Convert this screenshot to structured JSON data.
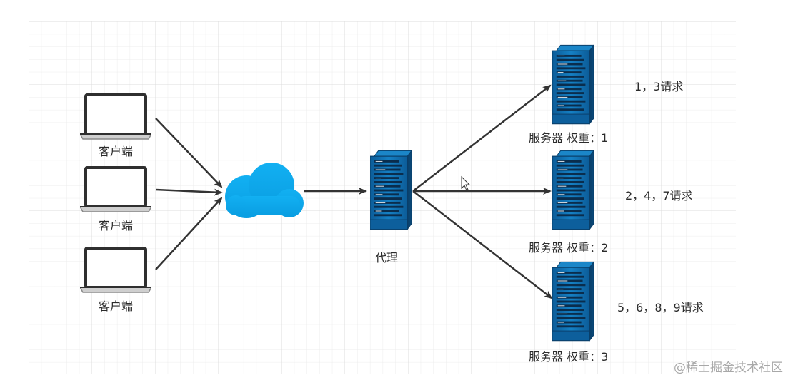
{
  "clients": [
    {
      "label": "客户端",
      "icon": "laptop-icon"
    },
    {
      "label": "客户端",
      "icon": "laptop-icon"
    },
    {
      "label": "客户端",
      "icon": "laptop-icon"
    }
  ],
  "network": {
    "icon": "cloud-icon",
    "color": "#0aa3e8"
  },
  "proxy": {
    "label": "代理",
    "icon": "server-icon"
  },
  "servers": [
    {
      "label": "服务器 权重：1",
      "requests": "1，3请求",
      "icon": "server-icon"
    },
    {
      "label": "服务器 权重：2",
      "requests": "2，4，7请求",
      "icon": "server-icon"
    },
    {
      "label": "服务器 权重：3",
      "requests": "5，6，8，9请求",
      "icon": "server-icon"
    }
  ],
  "watermark": "@稀土掘金技术社区",
  "colors": {
    "server_dark": "#0a4a7a",
    "server_mid": "#0d6aa8",
    "server_light": "#1b86c8",
    "grid": "#e6e6e6",
    "arrow": "#333333",
    "laptop_frame": "#3a3a3a",
    "laptop_base": "#8a8a8a"
  }
}
